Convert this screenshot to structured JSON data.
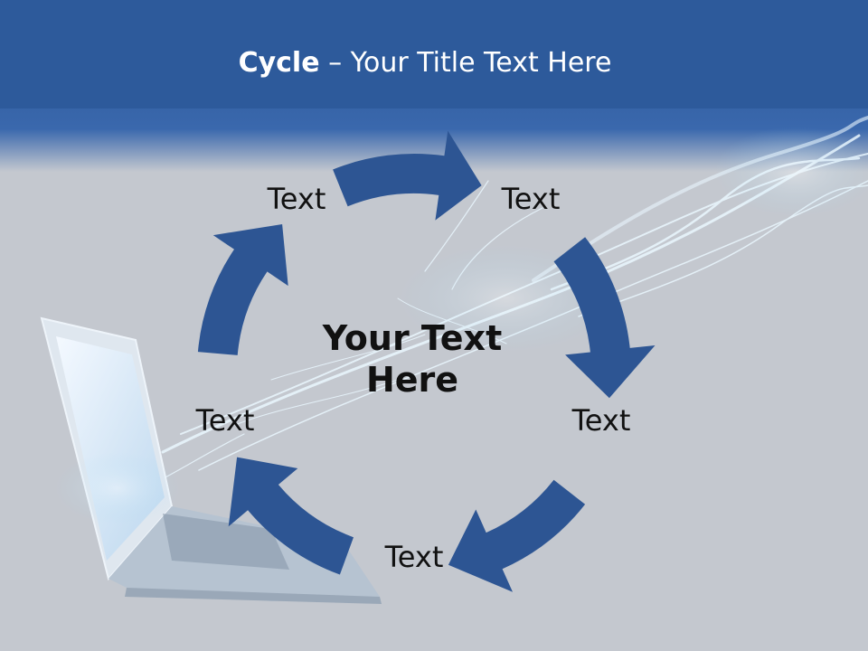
{
  "slide": {
    "title_bold": "Cycle",
    "title_rest": " – Your Title Text Here",
    "center_text": "Your Text Here"
  },
  "cycle": {
    "steps": [
      "Text",
      "Text",
      "Text",
      "Text",
      "Text"
    ]
  },
  "colors": {
    "header": "#2c5a9c",
    "arrow": "#2d5593",
    "background": "#c4c8cf",
    "glow": "#e8f6ff"
  }
}
